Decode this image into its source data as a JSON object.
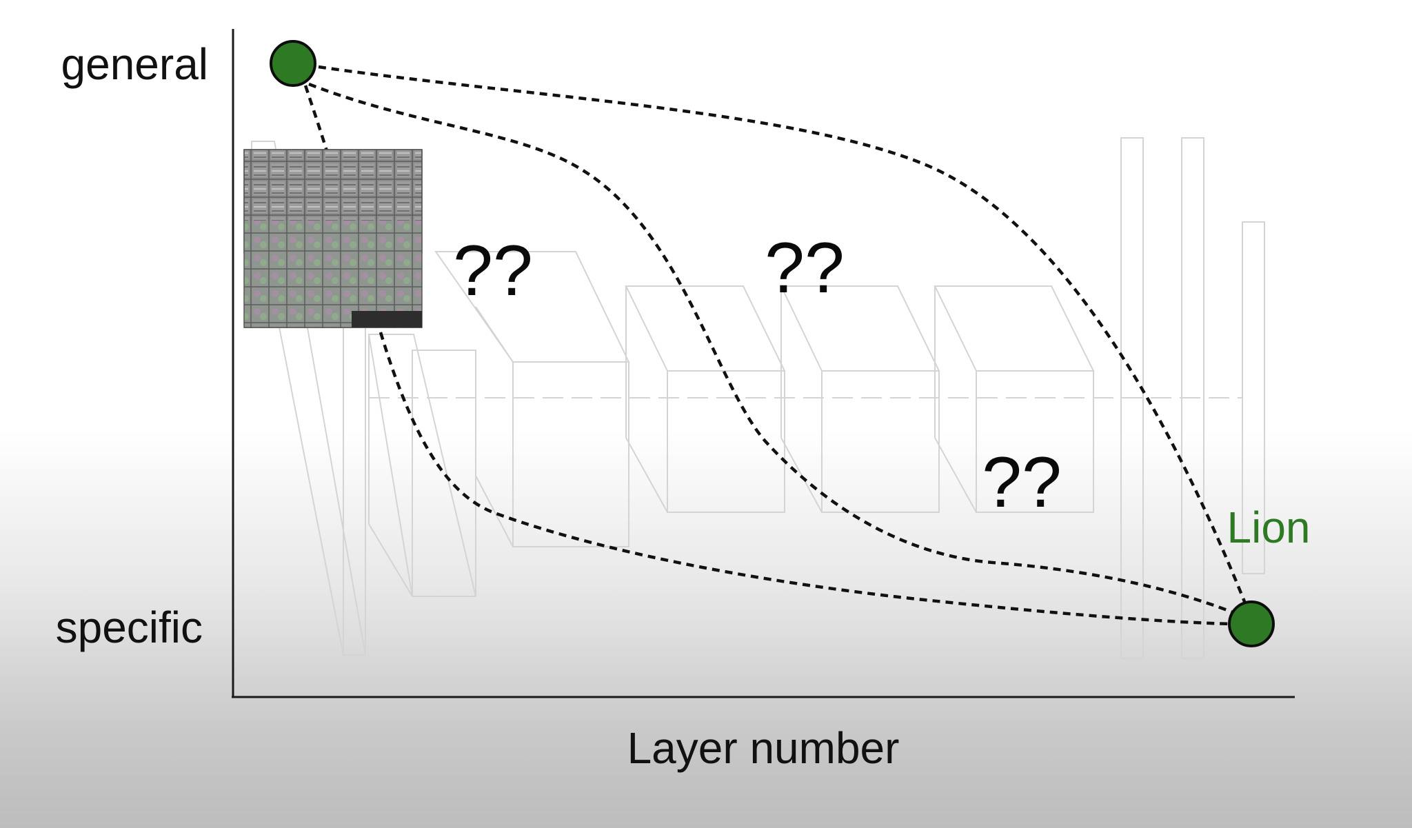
{
  "axes": {
    "y_top_label": "general",
    "y_bottom_label": "specific",
    "x_label": "Layer number"
  },
  "annotations": {
    "question_marks": [
      "??",
      "??",
      "??"
    ],
    "endpoint_label": "Lion"
  },
  "colors": {
    "node_fill": "#2e7a24",
    "node_stroke": "#0d0d0d",
    "endpoint_label": "#2e7a24",
    "axis": "#1a1a1a",
    "network_outline": "#d4d4d4"
  },
  "icons": {
    "filter_grid": "first-layer-filter-visualization-grid"
  }
}
